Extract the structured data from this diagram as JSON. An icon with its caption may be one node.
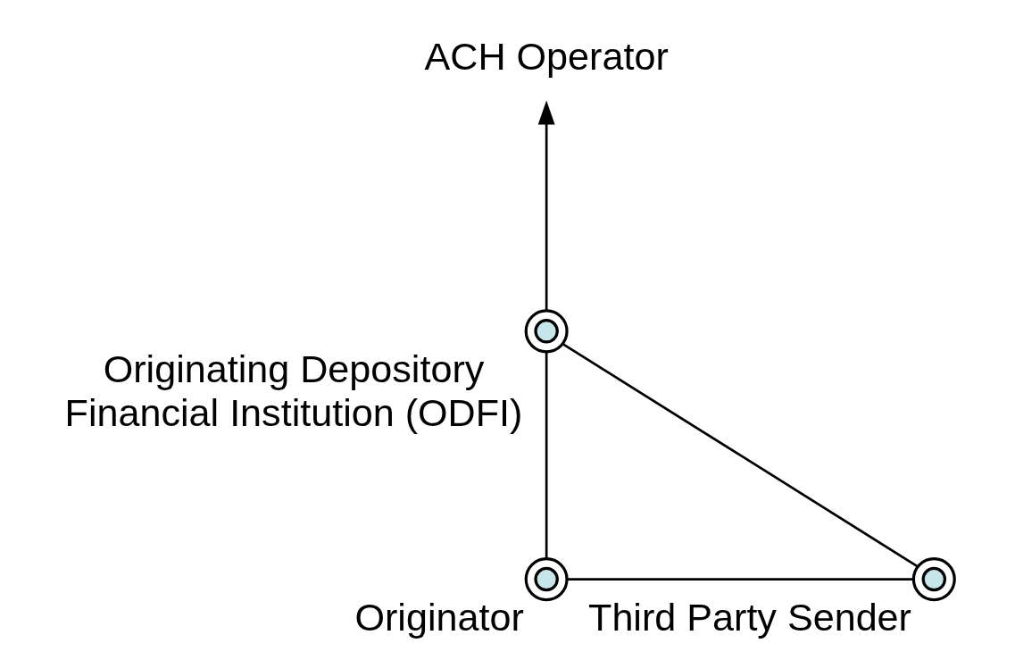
{
  "diagram": {
    "nodes": [
      {
        "text": [
          "ACH Operator"
        ]
      },
      {
        "text": [],
        "shape": "circle",
        "beside": [
          "Originating Depository Financial Institution (ODFI)"
        ]
      },
      {
        "text": [],
        "shape": "circle",
        "beside": [
          "Third Party Sender"
        ]
      },
      {
        "text": [],
        "shape": "circle",
        "beside": [
          "Originator"
        ]
      }
    ],
    "edges": [
      {
        "from": 1,
        "to": 0,
        "arrow": "to"
      },
      {
        "from": 1,
        "to": 2,
        "arrow": "none"
      },
      {
        "from": 2,
        "to": 3,
        "arrow": "none"
      },
      {
        "from": 3,
        "to": 1,
        "arrow": "none"
      }
    ]
  }
}
